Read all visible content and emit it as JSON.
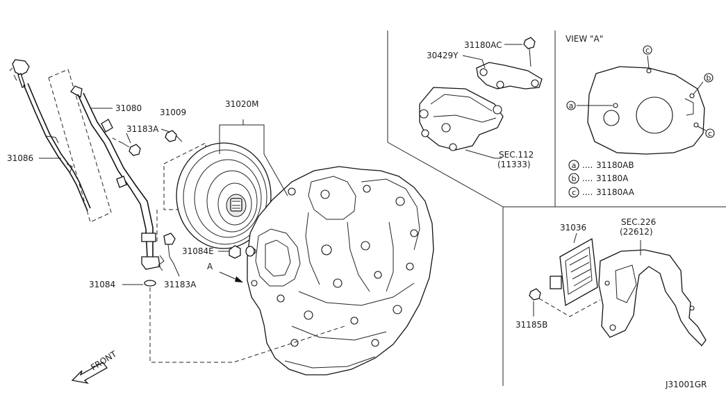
{
  "labels": {
    "p31086": "31086",
    "p31080": "31080",
    "p31009": "31009",
    "p31183A_top": "31183A",
    "p31020M": "31020M",
    "p31084E": "31084E",
    "pA": "A",
    "p31084": "31084",
    "p31183A_bot": "31183A",
    "front": "FRONT",
    "p31180AC": "31180AC",
    "p30429Y": "30429Y",
    "sec112": "SEC.112",
    "sec112_sub": "(11333)",
    "view_a": "VIEW \"A\"",
    "p31036": "31036",
    "sec226": "SEC.226",
    "sec226_sub": "(22612)",
    "p31185B": "31185B",
    "diagram_code": "J31001GR"
  },
  "legend": [
    {
      "key": "a",
      "part": "31180AB"
    },
    {
      "key": "b",
      "part": "31180A"
    },
    {
      "key": "c",
      "part": "31180AA"
    }
  ],
  "view_markers": [
    "a",
    "b",
    "c",
    "c"
  ]
}
